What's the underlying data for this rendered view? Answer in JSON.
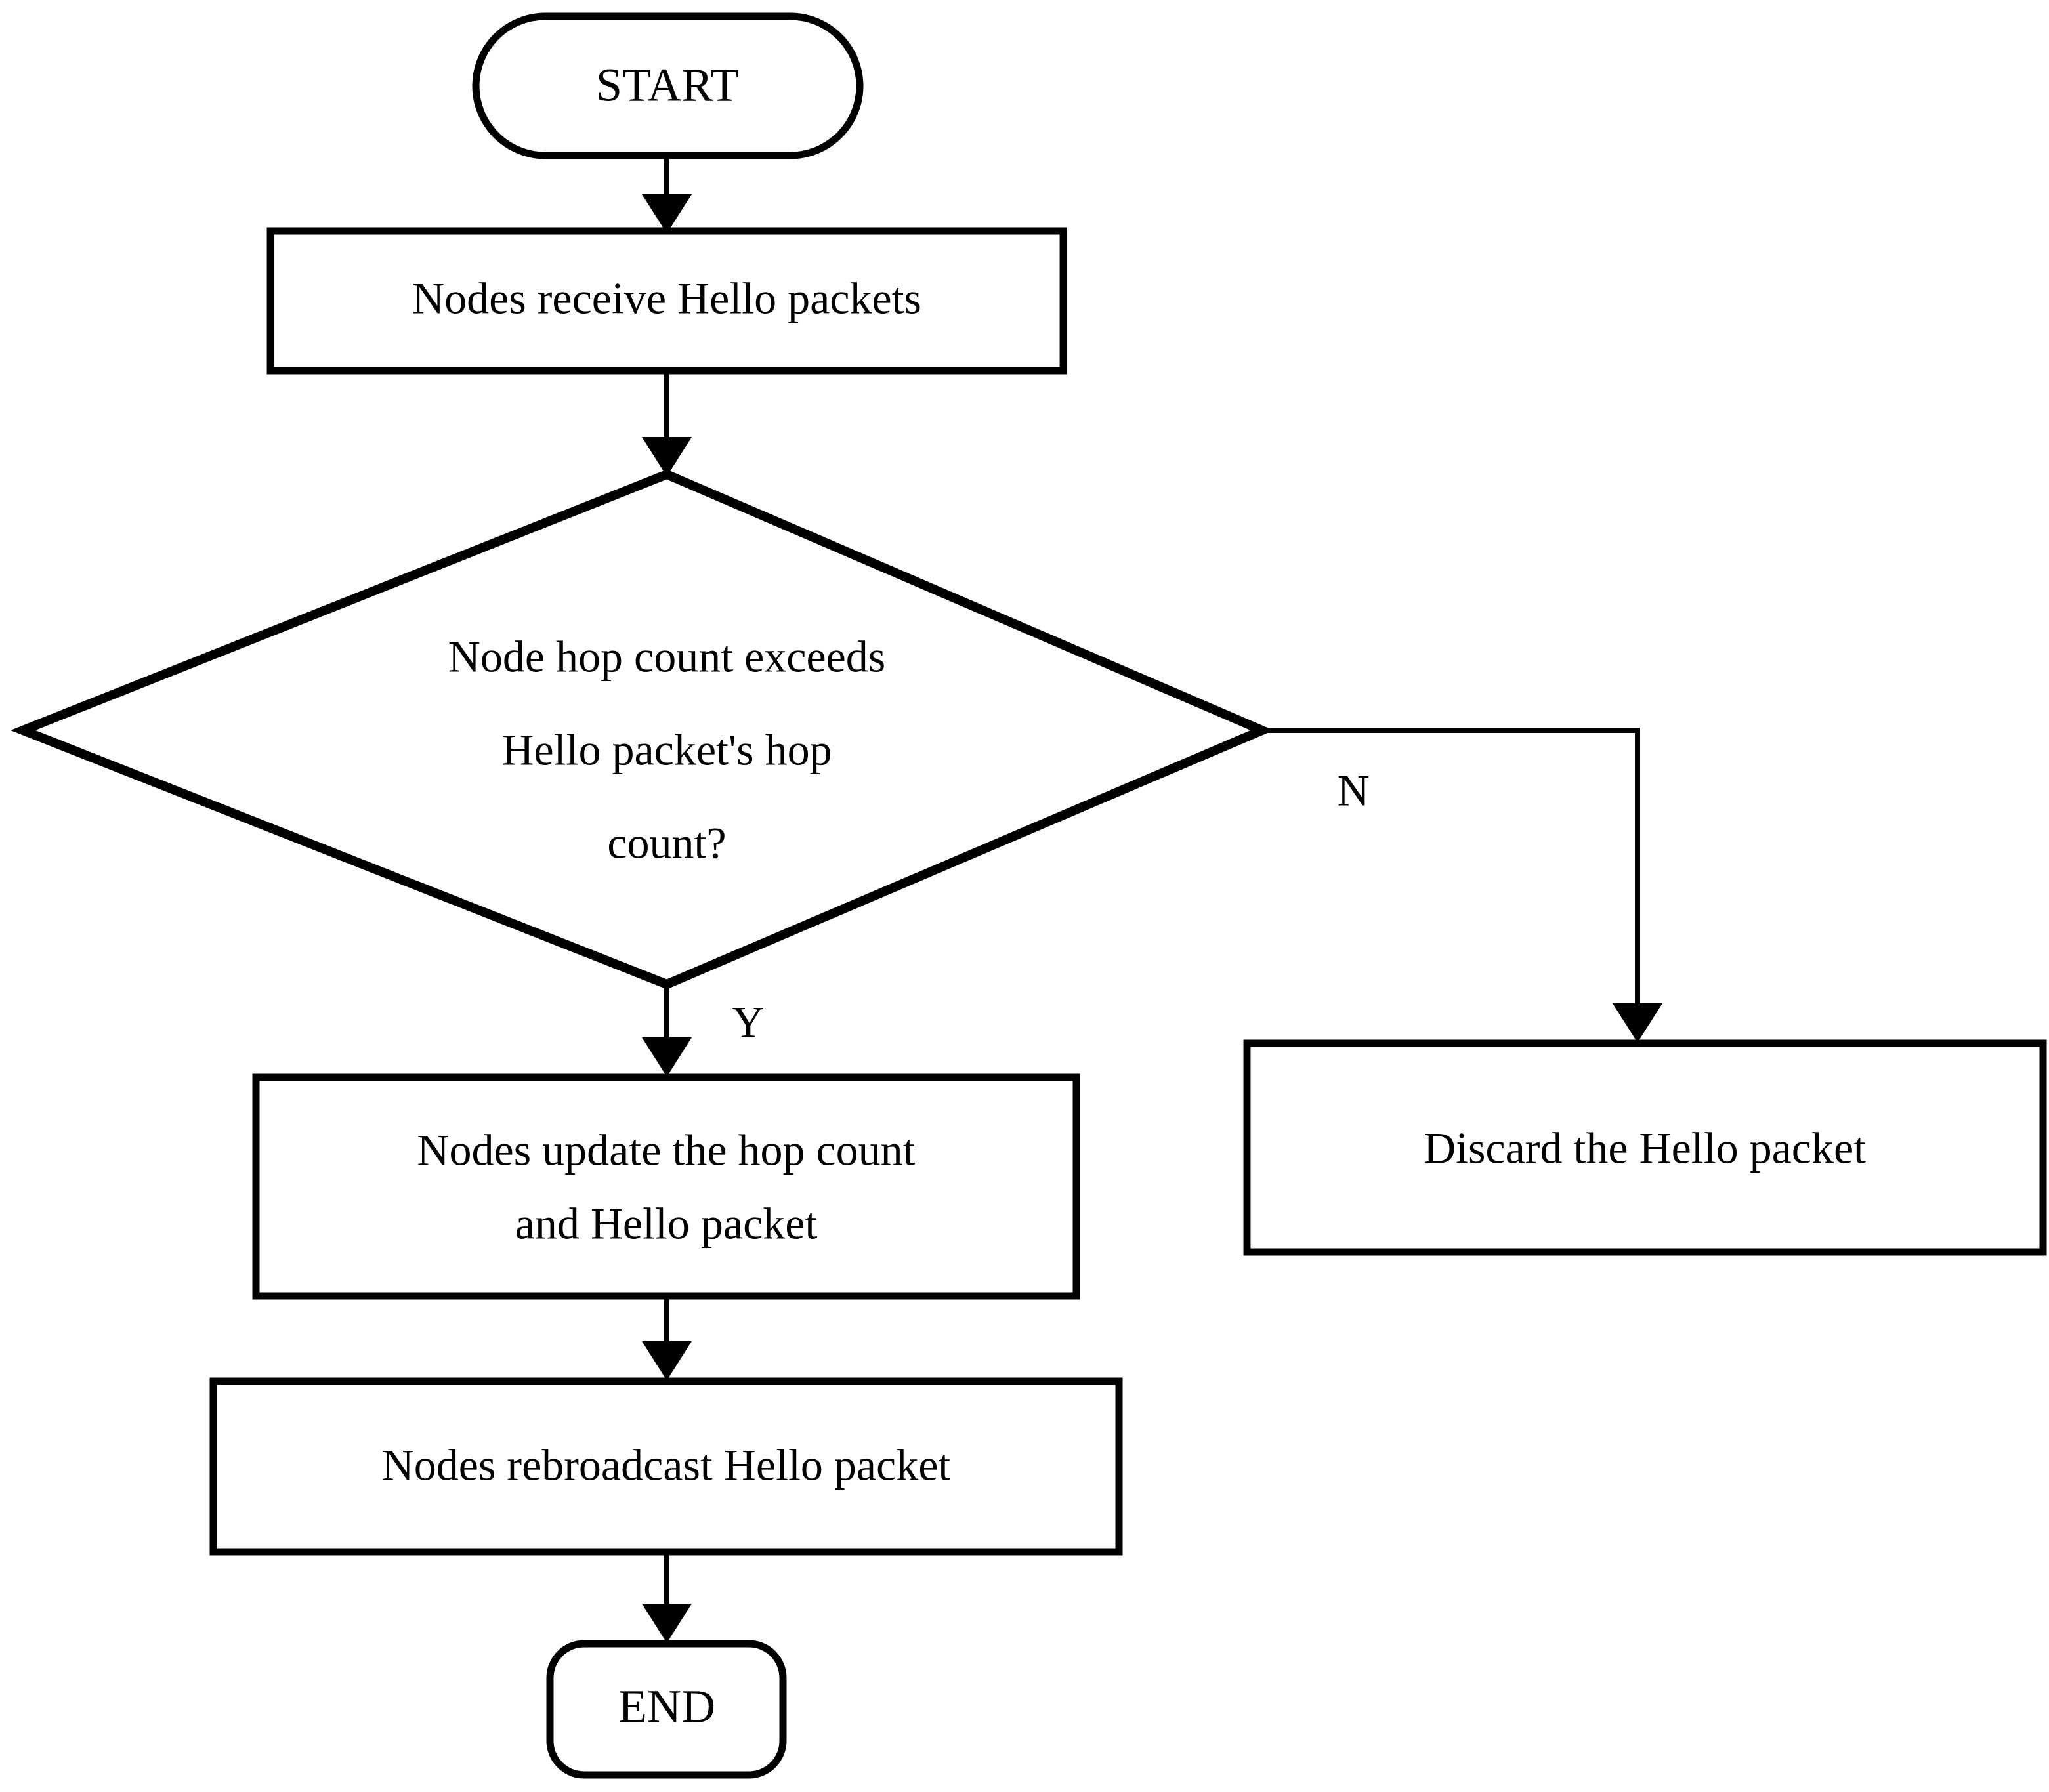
{
  "diagram": {
    "type": "flowchart",
    "orientation": "top-to-bottom",
    "background_color": "#ffffff",
    "line_color": "#000000",
    "nodes": [
      {
        "id": "start",
        "shape": "terminator",
        "label": "START"
      },
      {
        "id": "receive",
        "shape": "process",
        "label": "Nodes receive Hello packets"
      },
      {
        "id": "decision",
        "shape": "decision",
        "label_line1": "Node hop count exceeds",
        "label_line2": "Hello packet's hop",
        "label_line3": "count?"
      },
      {
        "id": "update",
        "shape": "process",
        "label_line1": "Nodes update the hop count",
        "label_line2": "and Hello packet"
      },
      {
        "id": "discard",
        "shape": "process",
        "label": "Discard the Hello packet"
      },
      {
        "id": "rebroadcast",
        "shape": "process",
        "label": "Nodes rebroadcast Hello packet"
      },
      {
        "id": "end",
        "shape": "terminator",
        "label": "END"
      }
    ],
    "edges": [
      {
        "id": "e1",
        "from": "start",
        "to": "receive",
        "label": ""
      },
      {
        "id": "e2",
        "from": "receive",
        "to": "decision",
        "label": ""
      },
      {
        "id": "e3",
        "from": "decision",
        "to": "update",
        "label": "Y"
      },
      {
        "id": "e4",
        "from": "decision",
        "to": "discard",
        "label": "N"
      },
      {
        "id": "e5",
        "from": "update",
        "to": "rebroadcast",
        "label": ""
      },
      {
        "id": "e6",
        "from": "rebroadcast",
        "to": "end",
        "label": ""
      }
    ],
    "branch_labels": {
      "yes": "Y",
      "no": "N"
    }
  }
}
